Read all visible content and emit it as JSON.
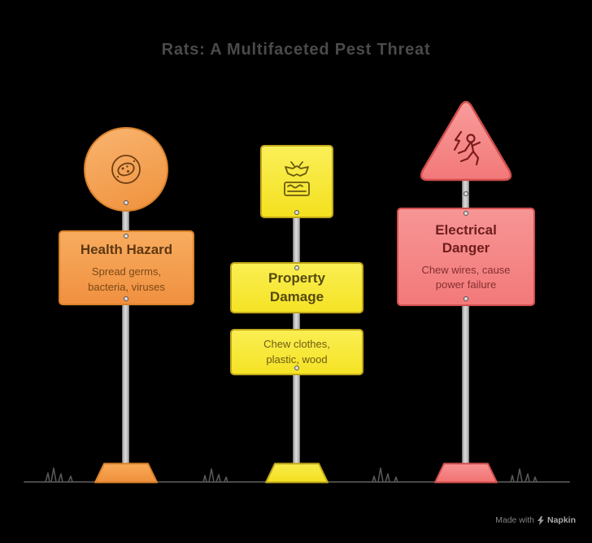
{
  "title": "Rats: A Multifaceted Pest Threat",
  "colors": {
    "background": "#000000",
    "title_text": "#4a4a4a",
    "orange": "#f49d44",
    "orange_border": "#d9822b",
    "yellow": "#f6e52c",
    "yellow_border": "#c2a81c",
    "red": "#f37b7b",
    "red_border": "#d14e4e",
    "pole": "#c6c6c6",
    "ground": "#4f4f4f"
  },
  "signs": [
    {
      "id": "health-hazard",
      "icon": "germ-icon",
      "heading": "Health Hazard",
      "subtext": "Spread germs,\nbacteria, viruses"
    },
    {
      "id": "property-damage",
      "icon": "moth-fabric-icon",
      "heading": "Property\nDamage",
      "subtext": "Chew clothes,\nplastic, wood"
    },
    {
      "id": "electrical-danger",
      "icon": "electrocution-icon",
      "heading": "Electrical\nDanger",
      "subtext": "Chew wires, cause\npower failure"
    }
  ],
  "watermark": {
    "made_with": "Made with",
    "brand": "Napkin",
    "icon": "lightning-icon"
  }
}
